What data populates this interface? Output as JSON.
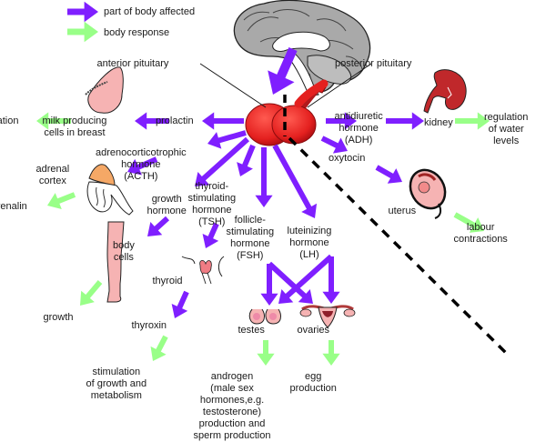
{
  "legend": {
    "affected": "part of body affected",
    "response": "body response"
  },
  "colors": {
    "hormone_arrow": "#7f1fff",
    "response_arrow": "#99ff88",
    "pituitary": "#e8262a",
    "kidney": "#c0282b",
    "tissue_pink": "#f6b3b3",
    "adrenal_cortex": "#f5a866",
    "dashed_line": "#000000"
  },
  "labels": {
    "anterior_pituitary": "anterior pituitary",
    "posterior_pituitary": "posterior pituitary",
    "prolactin": "prolactin",
    "breast": "milk producing\ncells in breast",
    "lactation": "lactation",
    "acth": "adrenocorticotrophic\nhormone\n(ACTH)",
    "adrenal_cortex": "adrenal\ncortex",
    "adrenalin": "adrenalin",
    "growth_hormone": "growth\nhormone",
    "body_cells": "body\ncells",
    "growth": "growth",
    "tsh": "thyroid-\nstimulating\nhormone\n(TSH)",
    "thyroid": "thyroid",
    "thyroxin": "thyroxin",
    "metabolism": "stimulation\nof growth and\nmetabolism",
    "fsh": "follicle-\nstimulating\nhormone\n(FSH)",
    "lh": "luteinizing\nhormone\n(LH)",
    "testes": "testes",
    "ovaries": "ovaries",
    "androgen": "androgen\n(male sex\nhormones,e.g.\ntestosterone)\nproduction and\nsperm production",
    "egg": "egg\nproduction",
    "adh": "antidiuretic\nhormone\n(ADH)",
    "kidney": "kidney",
    "water": "regulation\nof water\nlevels",
    "oxytocin": "oxytocin",
    "uterus": "uterus",
    "labour": "labour\ncontractions"
  }
}
